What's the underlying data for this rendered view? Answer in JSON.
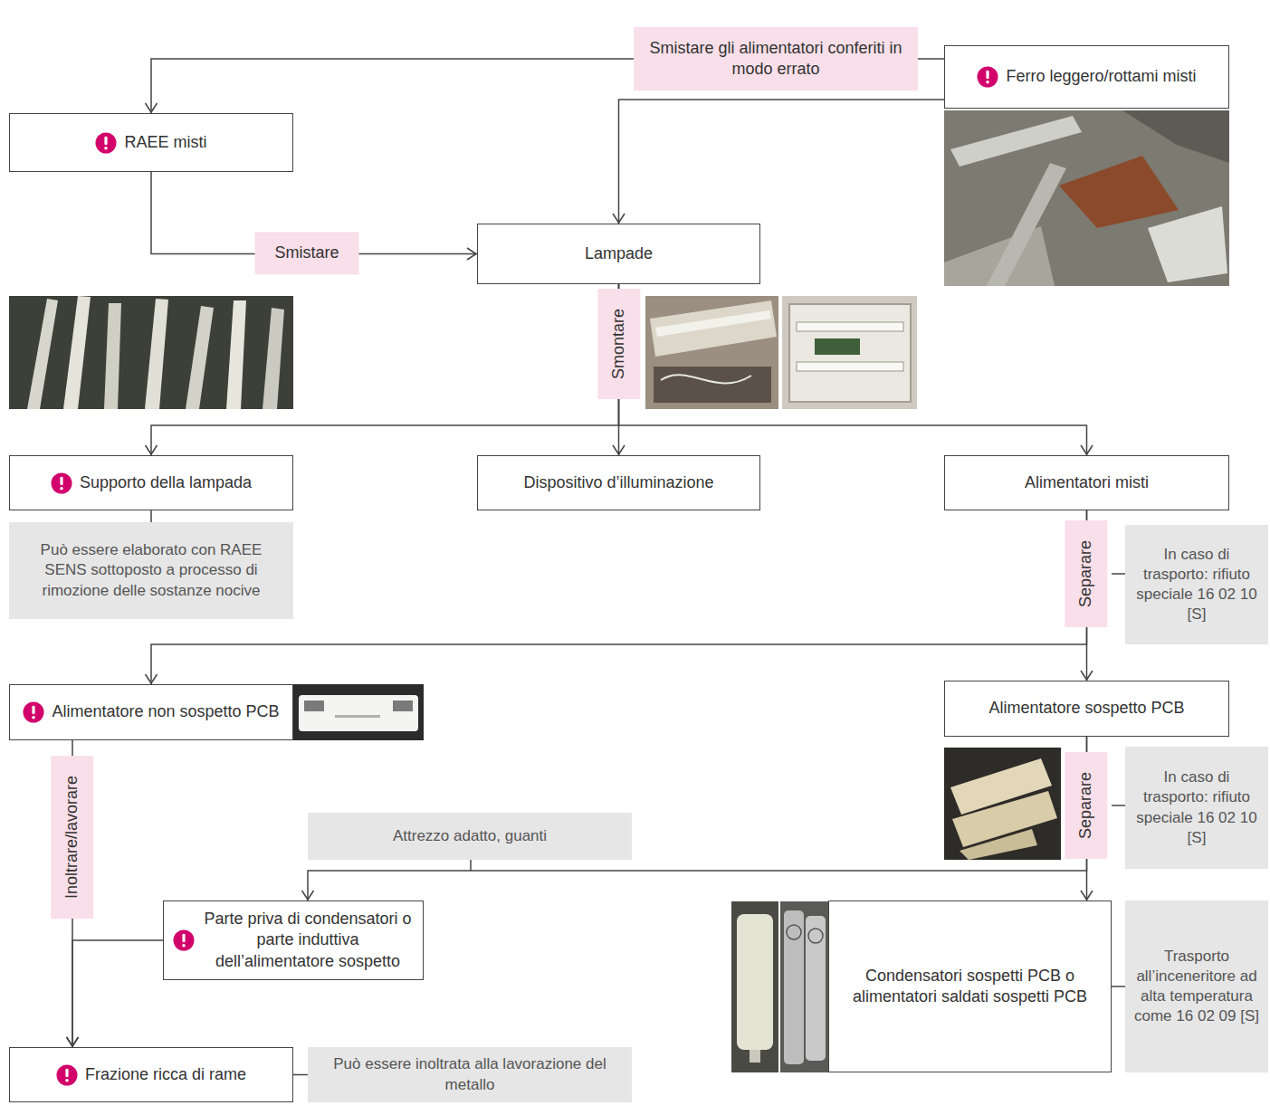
{
  "diagram": {
    "nodes": [
      {
        "text": [
          "Smistare gli alimentatori conferiti in modo errato"
        ]
      },
      {
        "text": [
          "RAEE misti"
        ]
      },
      {
        "text": [
          "Ferro leggero/rottami misti"
        ]
      },
      {
        "text": [
          "Lampade"
        ]
      },
      {
        "text": [
          "Supporto della lampada"
        ]
      },
      {
        "text": [
          "Dispositivo d’illuminazione"
        ]
      },
      {
        "text": [
          "Alimentatori misti"
        ]
      },
      {
        "text": [
          "Può essere elaborato con RAEE SENS sottoposto a processo di rimozione delle sostanze nocive"
        ]
      },
      {
        "text": [
          "In caso di trasporto: rifiuto speciale 16 02 10 [S]"
        ]
      },
      {
        "text": [
          "Alimentatore non sospetto PCB"
        ]
      },
      {
        "text": [
          "Alimentatore sospetto PCB"
        ]
      },
      {
        "text": [
          "In caso di trasporto: rifiuto speciale 16 02 10 [S]"
        ]
      },
      {
        "text": [
          "Attrezzo adatto, guanti"
        ]
      },
      {
        "text": [
          "Parte priva di condensatori o parte induttiva dell’alimentatore sospetto"
        ]
      },
      {
        "text": [
          "Condensatori sospetti PCB o alimentatori saldati sospetti PCB"
        ]
      },
      {
        "text": [
          "Trasporto all’inceneritore ad alta temperatura come 16 02 09 [S]"
        ]
      },
      {
        "text": [
          "Frazione ricca di rame"
        ]
      },
      {
        "text": [
          "Può essere inoltrata alla lavorazione del metallo"
        ]
      }
    ],
    "edges": [
      {
        "from": 0,
        "to": 1,
        "arrow": "to"
      },
      {
        "from": 0,
        "to": 2,
        "arrow": "none"
      },
      {
        "from": 1,
        "to": 3,
        "label": "Smistare",
        "arrow": "to"
      },
      {
        "from": 2,
        "to": 3,
        "arrow": "to"
      },
      {
        "from": 3,
        "to": 4,
        "arrow": "to"
      },
      {
        "from": 3,
        "to": 5,
        "label": "Smontare",
        "arrow": "to"
      },
      {
        "from": 3,
        "to": 6,
        "arrow": "to"
      },
      {
        "from": 4,
        "to": 7,
        "arrow": "none"
      },
      {
        "from": 6,
        "to": 9,
        "arrow": "to"
      },
      {
        "from": 6,
        "to": 10,
        "label": "Separare",
        "arrow": "to"
      },
      {
        "from": 10,
        "to": 13,
        "arrow": "to"
      },
      {
        "from": 10,
        "to": 14,
        "label": "Separare",
        "arrow": "to"
      },
      {
        "from": 9,
        "to": 16,
        "label": "Inoltrare/lavorare",
        "arrow": "to"
      },
      {
        "from": 13,
        "to": 16,
        "arrow": "to"
      },
      {
        "from": 14,
        "to": 15,
        "arrow": "none"
      },
      {
        "from": 16,
        "to": 17,
        "arrow": "none"
      }
    ]
  }
}
